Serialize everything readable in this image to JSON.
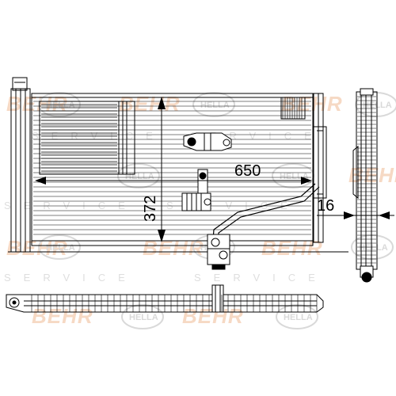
{
  "dimensions": {
    "width": "650",
    "height": "372",
    "depth": "16"
  },
  "watermark": {
    "brand_a": "BEHR",
    "brand_b": "HELLA",
    "service_word": "SERVICE"
  },
  "colors": {
    "line": "#000000",
    "behr_watermark": "#f6d9c4",
    "hella_watermark": "#d9d9d9",
    "service_watermark": "#dedede"
  }
}
